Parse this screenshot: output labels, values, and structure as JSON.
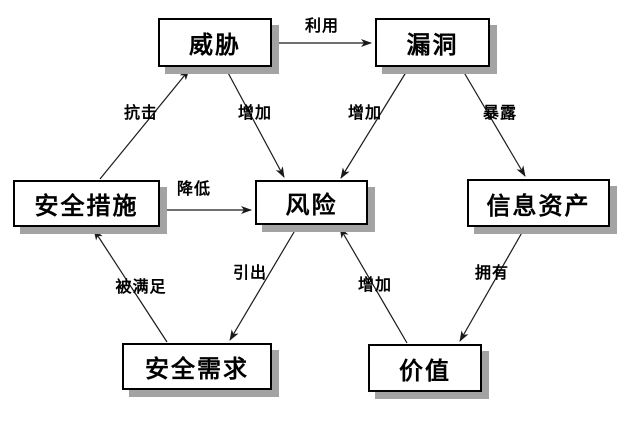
{
  "diagram": {
    "type": "concept-relationship",
    "background_color": "#ffffff",
    "colors": {
      "box_fill": "#ffffff",
      "box_border": "#000000",
      "box_shadow": "#a3a3a3",
      "line": "#1a1a1a",
      "text": "#000000"
    },
    "nodes": [
      {
        "id": "threat",
        "label": "威胁"
      },
      {
        "id": "vulnerability",
        "label": "漏洞"
      },
      {
        "id": "security-measures",
        "label": "安全措施"
      },
      {
        "id": "risk",
        "label": "风险"
      },
      {
        "id": "information-assets",
        "label": "信息资产"
      },
      {
        "id": "security-requirements",
        "label": "安全需求"
      },
      {
        "id": "value",
        "label": "价值"
      }
    ],
    "edges": [
      {
        "from": "威胁",
        "to": "漏洞",
        "label": "利用"
      },
      {
        "from": "安全措施",
        "to": "威胁",
        "label": "抗击"
      },
      {
        "from": "威胁",
        "to": "风险",
        "label": "增加"
      },
      {
        "from": "漏洞",
        "to": "风险",
        "label": "增加"
      },
      {
        "from": "漏洞",
        "to": "信息资产",
        "label": "暴露"
      },
      {
        "from": "安全措施",
        "to": "风险",
        "label": "降低"
      },
      {
        "from": "安全需求",
        "to": "安全措施",
        "label": "被满足"
      },
      {
        "from": "风险",
        "to": "安全需求",
        "label": "引出"
      },
      {
        "from": "价值",
        "to": "风险",
        "label": "增加"
      },
      {
        "from": "信息资产",
        "to": "价值",
        "label": "拥有"
      }
    ]
  }
}
